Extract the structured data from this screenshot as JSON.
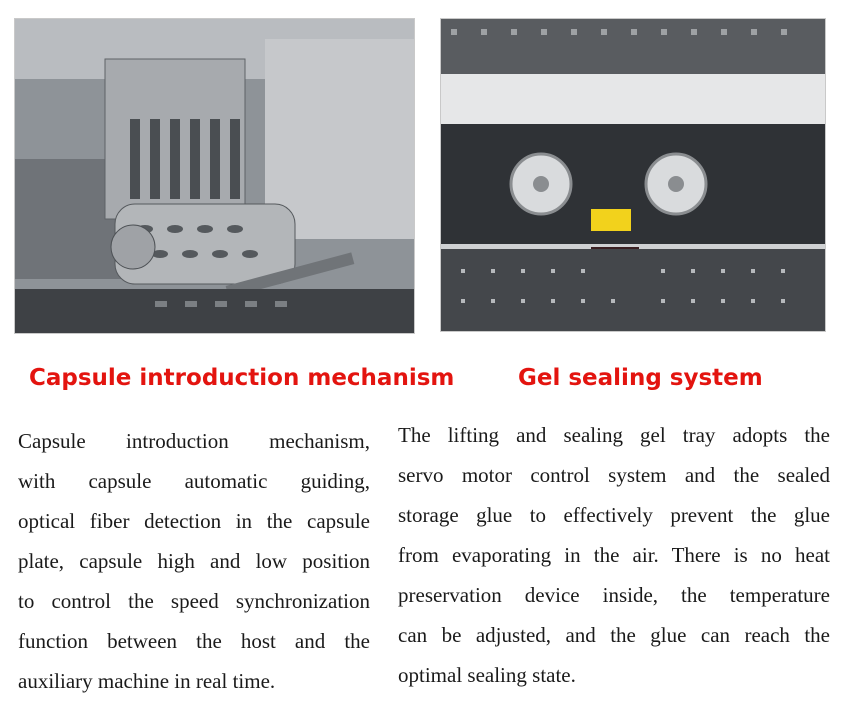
{
  "sections": [
    {
      "heading": "Capsule introduction mechanism",
      "image": "capsule-introduction-machine-photo",
      "lines": [
        "Capsule introduction mechanism,",
        "with capsule automatic guiding,",
        "optical fiber detection in the capsule",
        "plate, capsule high and low position",
        "to control the speed synchronization",
        "function between the host and the",
        "auxiliary machine in real time."
      ]
    },
    {
      "heading": "Gel sealing system",
      "image": "gel-sealing-machine-photo",
      "lines": [
        "The lifting and sealing gel tray adopts the",
        "servo motor control system and the sealed",
        "storage glue to effectively prevent the glue",
        "from evaporating in the air. There is no heat",
        "preservation device inside, the temperature",
        "can be adjusted, and the glue can reach the",
        "optimal sealing state."
      ]
    }
  ],
  "colors": {
    "heading": "#e3140f",
    "body_text": "#1a1a1a",
    "background": "#ffffff"
  }
}
